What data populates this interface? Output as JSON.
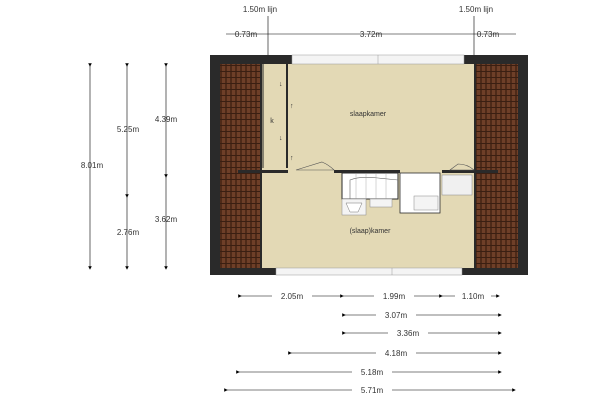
{
  "labels": {
    "lijn_left": "1.50m lijn",
    "lijn_right": "1.50m lijn",
    "top_left": "0.73m",
    "top_mid": "3.72m",
    "top_right": "0.73m"
  },
  "rooms": {
    "slaapkamer": "slaapkamer",
    "slaapkamer2": "(slaap)kamer",
    "k": "k"
  },
  "vertical_dims": {
    "total": "8.01m",
    "upper_a": "5.25m",
    "lower_a": "2.76m",
    "upper_b": "4.39m",
    "lower_b": "3.62m"
  },
  "bottom_dims": {
    "d1": "2.05m",
    "d2": "1.99m",
    "d3": "1.10m",
    "d4": "3.07m",
    "d5": "3.36m",
    "d6": "4.18m",
    "d7": "5.18m",
    "d8": "5.71m"
  },
  "colors": {
    "wall": "#2a2a2a",
    "floor": "#e3d9b5",
    "roof_slope": "#6b3c26",
    "dim_line": "#000000"
  }
}
